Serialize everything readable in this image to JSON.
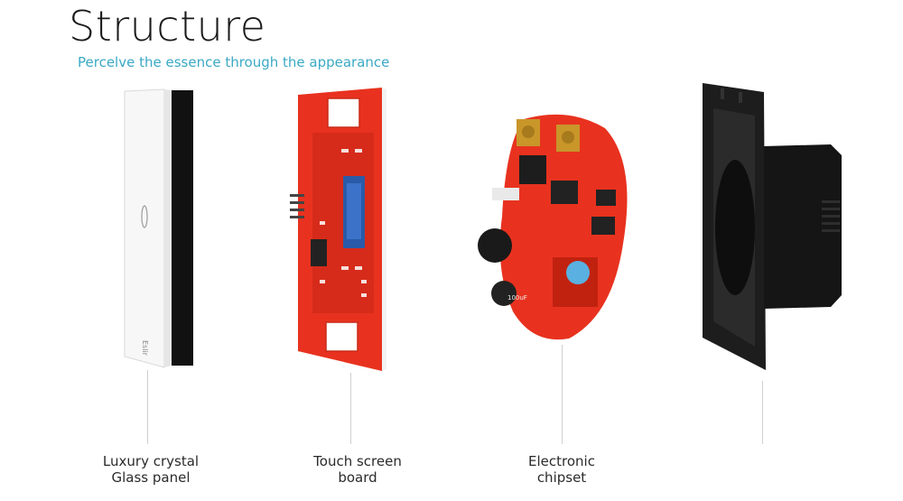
{
  "header": {
    "title": "Structure",
    "subtitle": "Percelve the essence through the appearance"
  },
  "components": [
    {
      "line1": "Luxury crystal",
      "line2": "Glass panel"
    },
    {
      "line1": "Touch screen",
      "line2": "board"
    },
    {
      "line1": "Electronic",
      "line2": "chipset"
    }
  ],
  "panel_logo": "Eslir",
  "capacitor_label": "100uF",
  "colors": {
    "accent": "#3aa9c4",
    "pcb_red": "#e8321f",
    "glass_white": "#fafafa",
    "frame_black": "#1d1d1d",
    "brass": "#c9962a"
  }
}
